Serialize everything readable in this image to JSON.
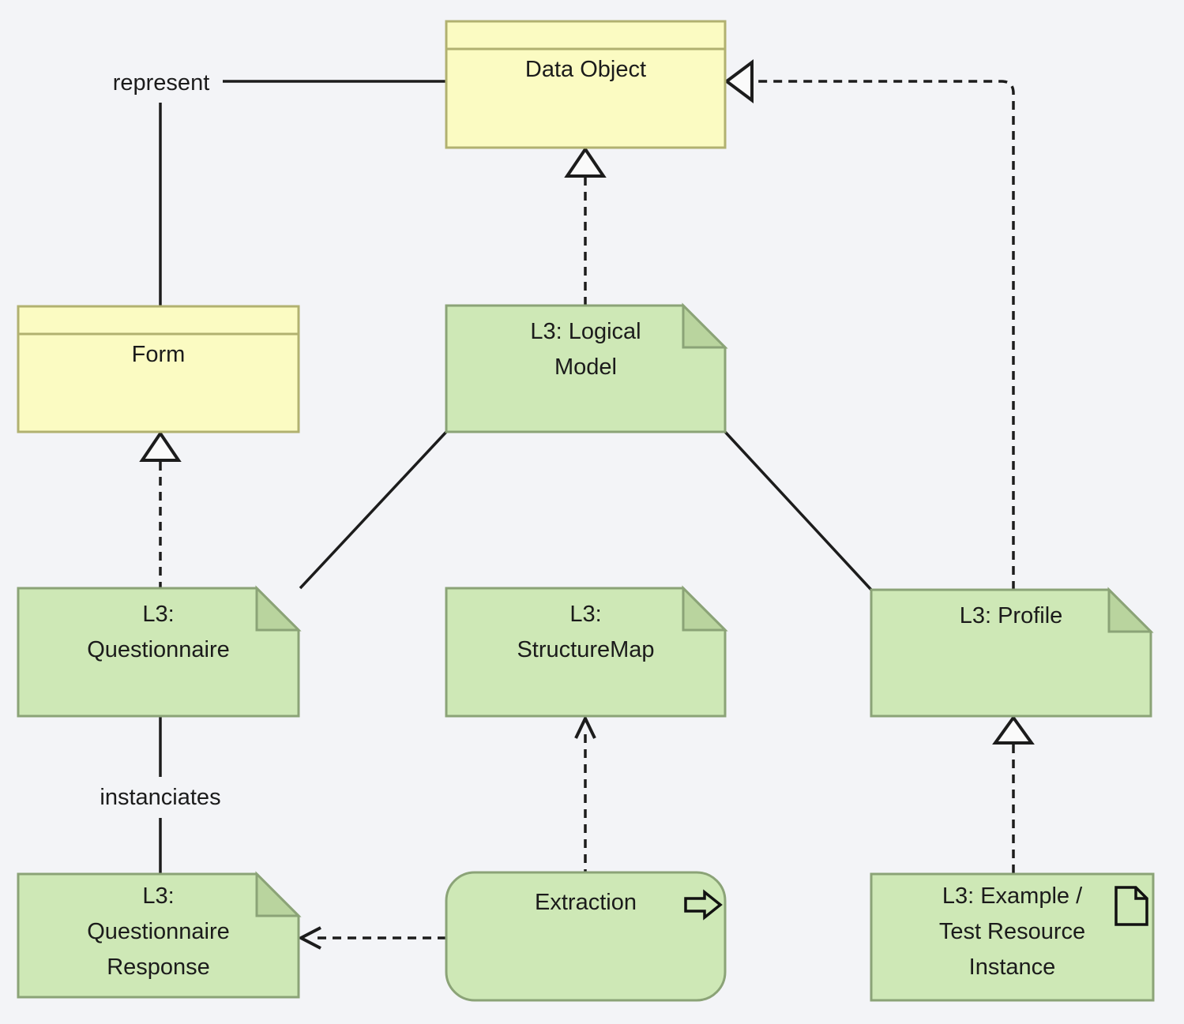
{
  "diagram": {
    "colors": {
      "background": "#f3f4f7",
      "class_fill": "#fbfbc2",
      "class_border": "#b1b170",
      "note_fill": "#cee8b6",
      "note_fold_fill": "#b9d49e",
      "note_border": "#8ba377",
      "line": "#1c1c1c",
      "arrowhead_fill": "#fafafa"
    },
    "nodes": {
      "data_object": {
        "lines": [
          "Data Object"
        ]
      },
      "form": {
        "lines": [
          "Form"
        ]
      },
      "logical_model": {
        "lines": [
          "L3: Logical",
          "Model"
        ]
      },
      "questionnaire": {
        "lines": [
          "L3:",
          "Questionnaire"
        ]
      },
      "structure_map": {
        "lines": [
          "L3:",
          "StructureMap"
        ]
      },
      "profile": {
        "lines": [
          "L3: Profile"
        ]
      },
      "questionnaire_response": {
        "lines": [
          "L3:",
          "Questionnaire",
          "Response"
        ]
      },
      "extraction": {
        "lines": [
          "Extraction"
        ]
      },
      "example_instance": {
        "lines": [
          "L3: Example /",
          "Test Resource",
          "Instance"
        ]
      }
    },
    "edges": {
      "represent_label": "represent",
      "instanciates_label": "instanciates"
    },
    "icons": {
      "extraction": "process-arrow-icon",
      "example_instance": "document-icon"
    }
  }
}
